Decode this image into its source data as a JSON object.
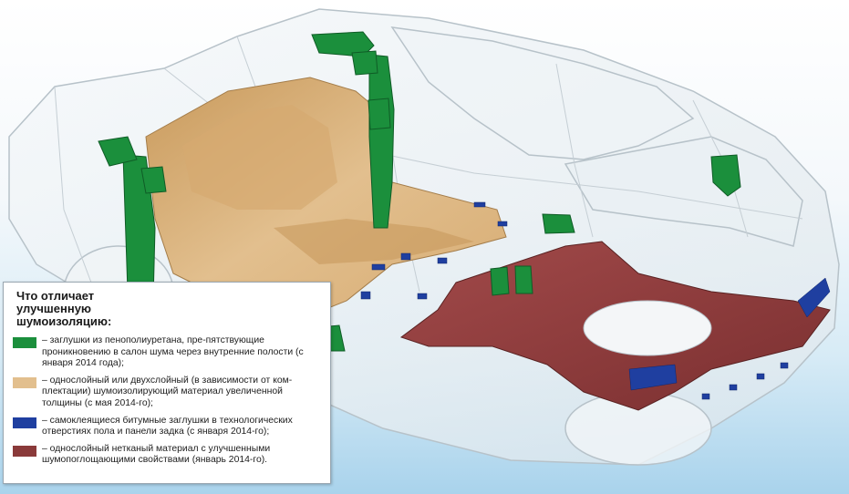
{
  "colors": {
    "foam_plug": "#1b8f3c",
    "insulation": "#e2bf8e",
    "bitumen": "#1f3fa0",
    "nonwoven": "#8a3a3a"
  },
  "legend": {
    "title": "Что отличает улучшенную шумоизоляцию:",
    "items": [
      {
        "key": "foam_plug",
        "text": "– заглушки из пенополиуретана, пре-пятствующие проникновению в салон шума через внутренние полости (с января 2014 года);"
      },
      {
        "key": "insulation",
        "text": "– однослойный или двухслойный (в зависимости от ком-плектации) шумоизолирующий материал увеличенной толщины (с мая 2014-го);"
      },
      {
        "key": "bitumen",
        "text": "– самоклеящиеся битумные заглушки в технологических отверстиях пола и панели задка (с января 2014-го);"
      },
      {
        "key": "nonwoven",
        "text": "– однослойный нетканый материал с улучшенными шумопоглощающими свойствами (январь 2014-го)."
      }
    ]
  }
}
